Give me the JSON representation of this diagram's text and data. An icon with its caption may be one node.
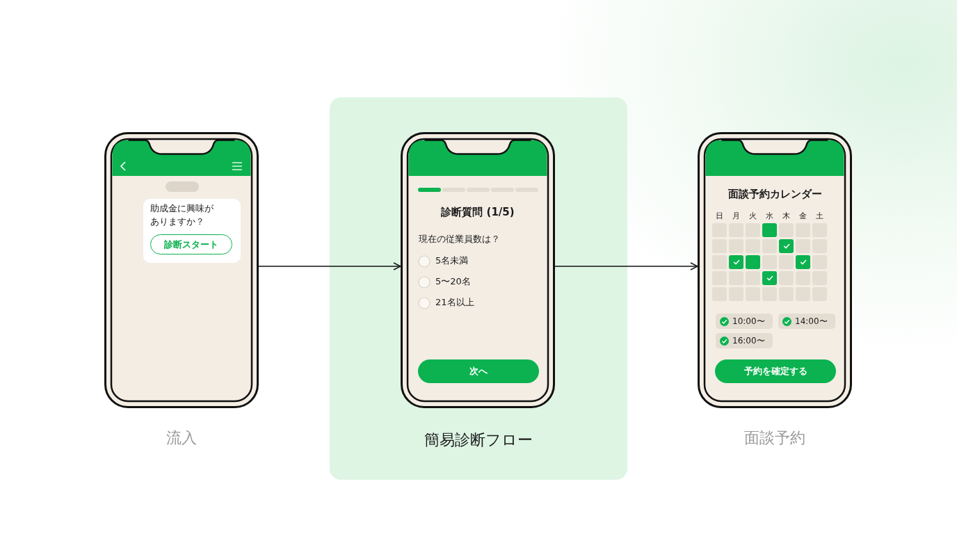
{
  "diagram": {
    "nodes": [
      {
        "text": [
          "助成金に興味がありますか？",
          "診断スタート"
        ],
        "beside": [
          "流入"
        ]
      },
      {
        "text": [
          "簡易診断フロー"
        ]
      },
      {
        "text": [
          "診断質問 (1/5)",
          "現在の従業員数は？",
          "5名未満",
          "5〜20名",
          "21名以上",
          "次へ"
        ],
        "in": 1
      },
      {
        "text": [
          "面談予約カレンダー",
          "日",
          "月",
          "火",
          "水",
          "木",
          "金",
          "土",
          "10:00〜",
          "14:00〜",
          "16:00〜",
          "予約を確定する"
        ],
        "beside": [
          "面談予約"
        ]
      }
    ],
    "edges": [
      {
        "from": 0,
        "to": 2,
        "arrow": "to"
      },
      {
        "from": 2,
        "to": 3,
        "arrow": "to"
      }
    ]
  }
}
